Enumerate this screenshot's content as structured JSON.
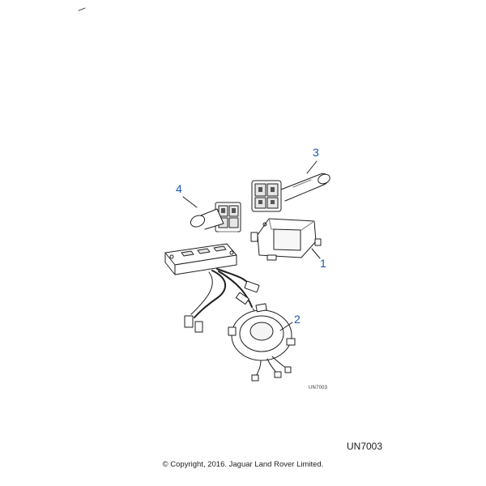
{
  "diagram": {
    "callouts": [
      {
        "label": "1"
      },
      {
        "label": "2"
      },
      {
        "label": "3"
      },
      {
        "label": "4"
      }
    ],
    "inline_code": "UN7003",
    "code": "UN7003",
    "callout_color": "#1a55b4",
    "line_color": "#1f1f1f"
  },
  "footer": {
    "copyright": "© Copyright, 2016. Jaguar Land Rover Limited."
  }
}
